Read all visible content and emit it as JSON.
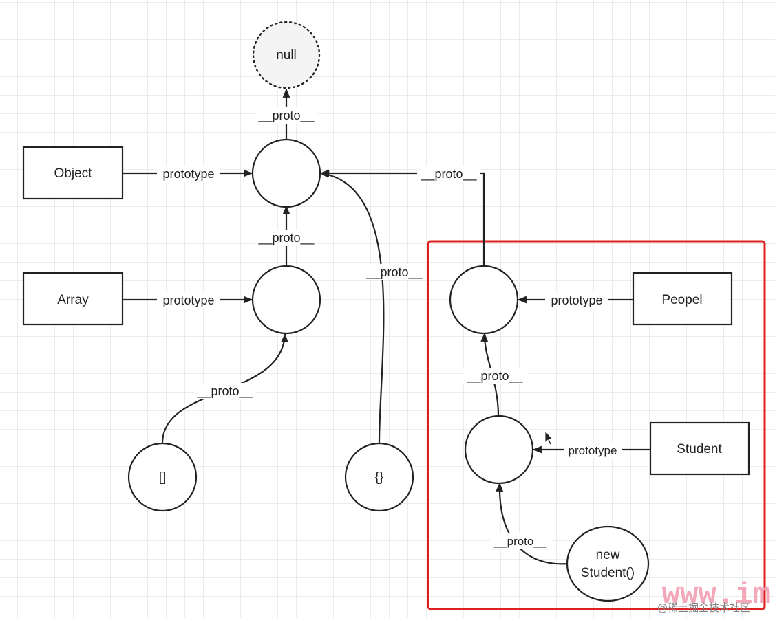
{
  "nodes": {
    "null": "null",
    "object": "Object",
    "array": "Array",
    "array_literal": "[]",
    "object_literal": "{}",
    "peopel": "Peopel",
    "student": "Student",
    "new_student_line1": "new",
    "new_student_line2": "Student()"
  },
  "edges": {
    "proto": "__proto__",
    "prototype": "prototype"
  },
  "watermark": {
    "text": "www.im",
    "subtext": "@稀土掘金技术社区"
  },
  "colors": {
    "line": "#222222",
    "highlight": "#e02020",
    "grid": "#ececec",
    "null_fill": "#f4f4f4"
  }
}
